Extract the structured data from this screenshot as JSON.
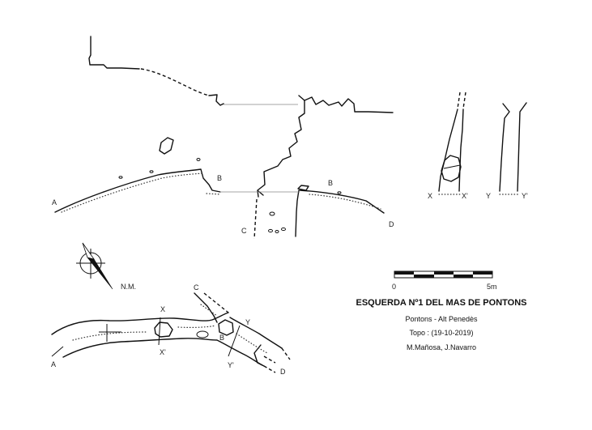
{
  "section_labels": {
    "a": "A",
    "b_left": "B",
    "b_right": "B",
    "c": "C",
    "d": "D"
  },
  "cross_section_labels": {
    "x": "X",
    "x_prime": "X'",
    "y": "Y",
    "y_prime": "Y'"
  },
  "plan_labels": {
    "a": "A",
    "b": "B",
    "c": "C",
    "d": "D",
    "x": "X",
    "x_prime": "X'",
    "y": "Y",
    "y_prime": "Y'"
  },
  "north": {
    "label": "N.M.",
    "icon": "north-arrow-icon"
  },
  "scale": {
    "start": "0",
    "end": "5m"
  },
  "title": {
    "main": "ESQUERDA Nº1 DEL MAS DE PONTONS",
    "location": "Pontons - Alt Penedès",
    "date": "Topo : (19-10-2019)",
    "authors": "M.Mañosa, J.Navarro"
  }
}
